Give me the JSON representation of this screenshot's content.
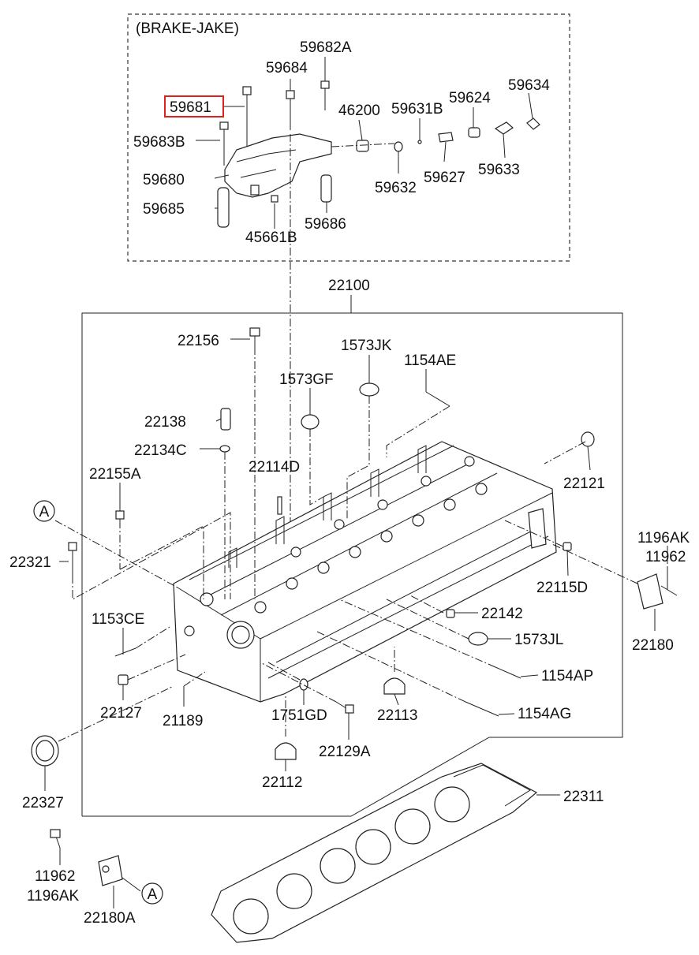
{
  "brake_group": {
    "title": "(BRAKE-JAKE)"
  },
  "highlighted_part": "59681",
  "callouts": {
    "p59682A": "59682A",
    "p59684": "59684",
    "p59681": "59681",
    "p46200": "46200",
    "p59631B": "59631B",
    "p59624": "59624",
    "p59634": "59634",
    "p59683B": "59683B",
    "p59680": "59680",
    "p59685": "59685",
    "p59632": "59632",
    "p59627": "59627",
    "p59633": "59633",
    "p45661B": "45661B",
    "p59686": "59686",
    "p22100": "22100",
    "p22156": "22156",
    "p1573JK": "1573JK",
    "p1154AE": "1154AE",
    "p1573GF": "1573GF",
    "p22138": "22138",
    "p22134C": "22134C",
    "p22114D": "22114D",
    "p22155A": "22155A",
    "p22121": "22121",
    "p22321": "22321",
    "p1196AK_r": "1196AK",
    "p11962_r": "11962",
    "p22115D": "22115D",
    "p22142": "22142",
    "p1153CE": "1153CE",
    "p1573JL": "1573JL",
    "p22180": "22180",
    "p1154AP": "1154AP",
    "p22127": "22127",
    "p21189": "21189",
    "p1751GD": "1751GD",
    "p22113": "22113",
    "p1154AG": "1154AG",
    "p22129A": "22129A",
    "p22327": "22327",
    "p22112": "22112",
    "p22311": "22311",
    "p11962_l": "11962",
    "p1196AK_l": "1196AK",
    "p22180A": "22180A",
    "refA_1": "A",
    "refA_2": "A"
  },
  "colors": {
    "highlight": "#e0201b",
    "line": "#222222"
  }
}
